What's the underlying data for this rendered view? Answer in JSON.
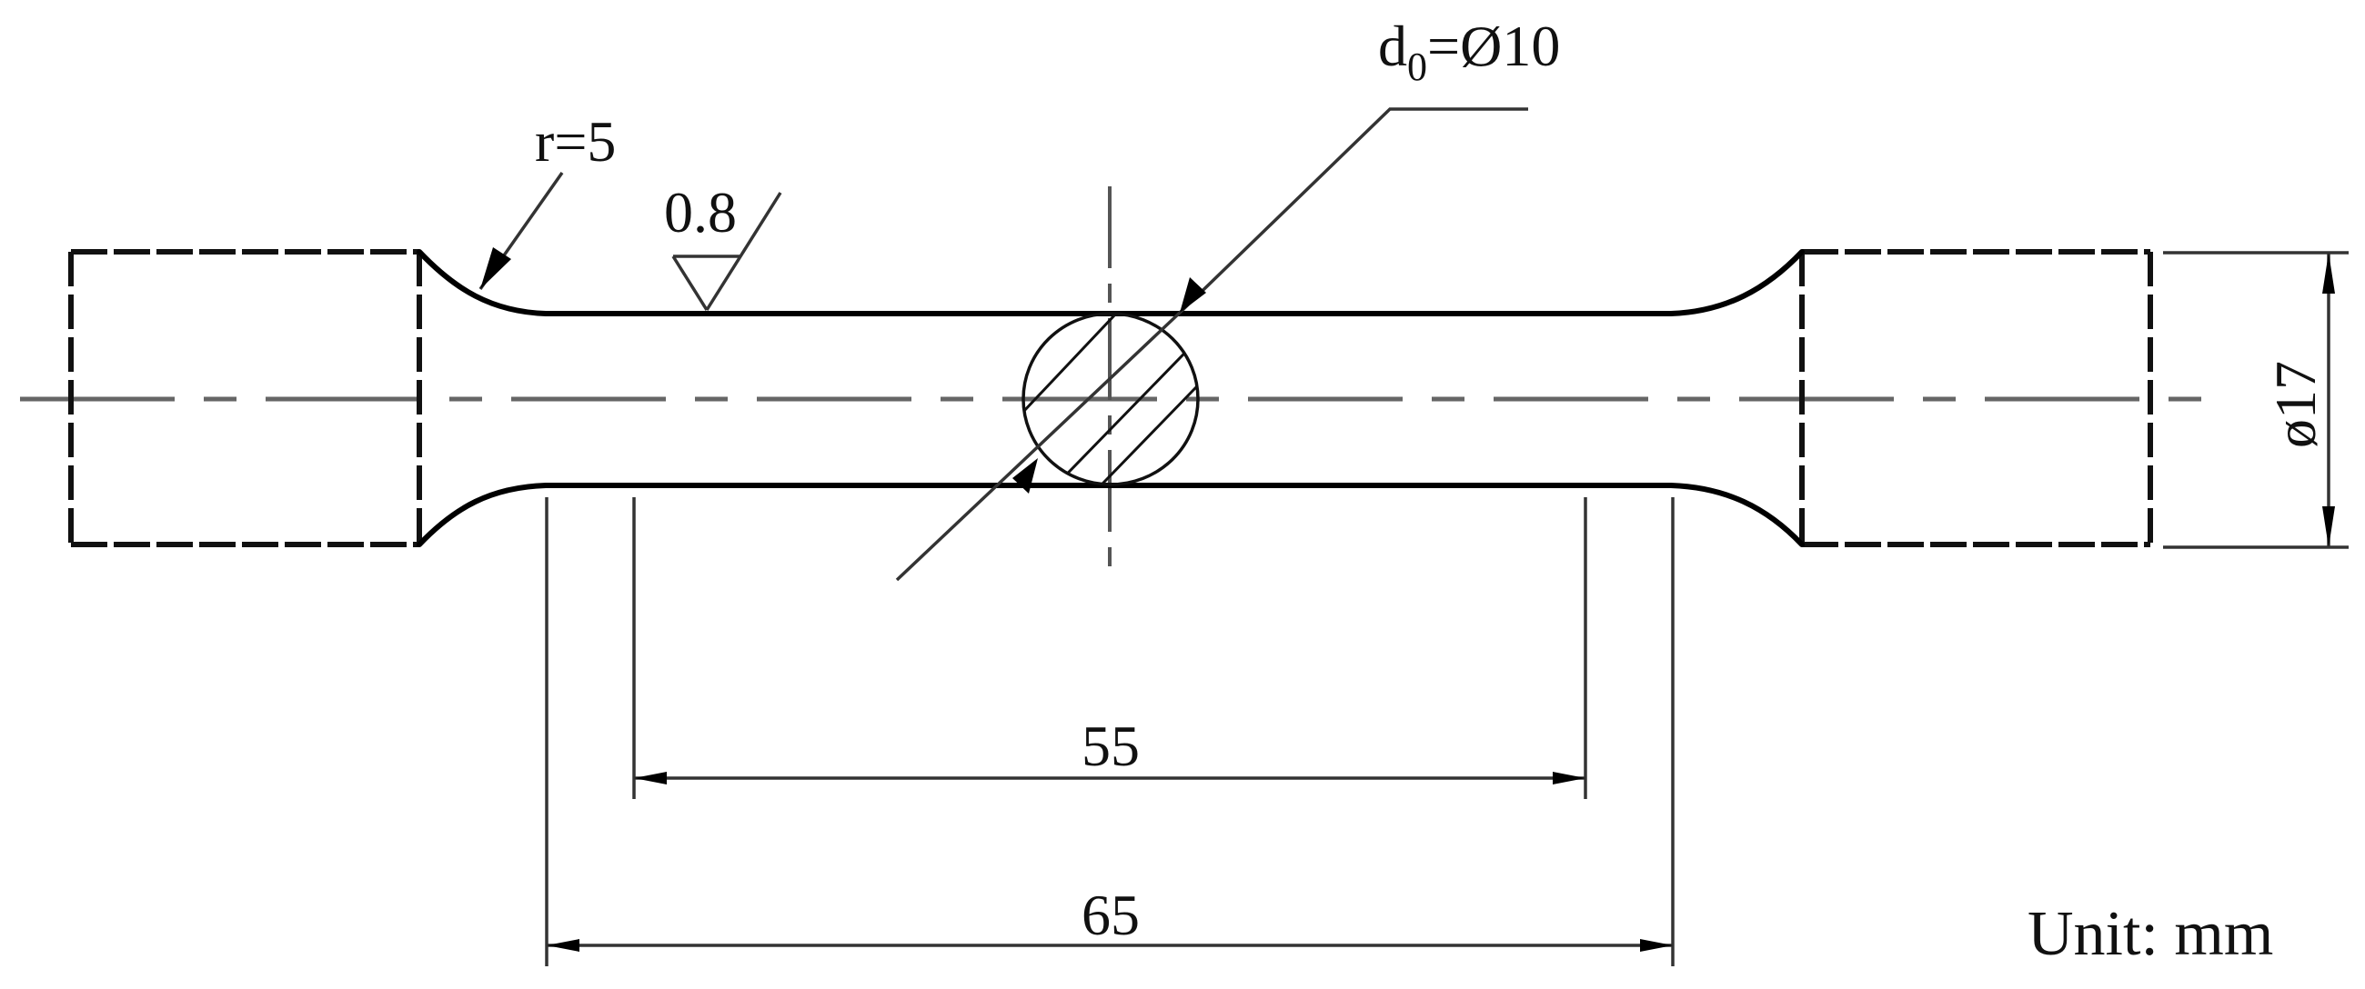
{
  "drawing": {
    "type": "tensile-specimen-technical-drawing",
    "annotations": {
      "fillet_radius": "r=5",
      "surface_roughness": "0.8",
      "gauge_diameter_prefix": "d",
      "gauge_diameter_subscript": "0",
      "gauge_diameter_value": "=Ø10",
      "grip_diameter": "ø17",
      "gauge_length": "55",
      "parallel_length": "65",
      "unit": "Unit: mm"
    },
    "colors": {
      "line": "#000000",
      "centerline": "#666666",
      "background": "#ffffff"
    }
  }
}
